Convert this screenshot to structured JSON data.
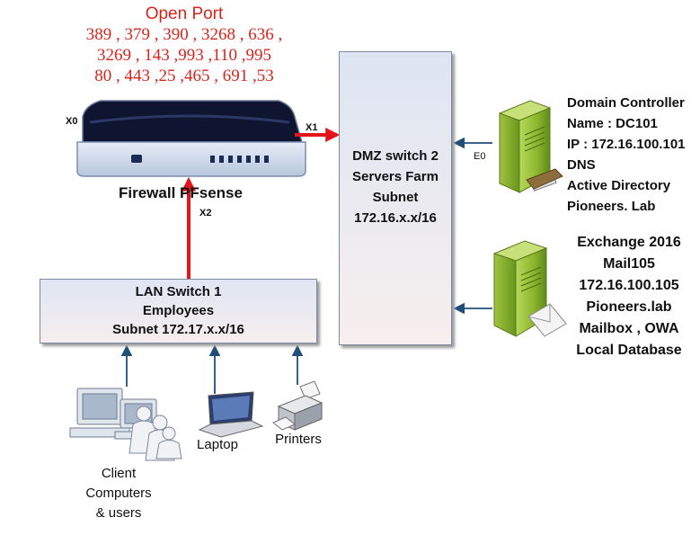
{
  "open_ports": {
    "title": "Open Port",
    "line1": "389 , 379 , 390 , 3268 , 636 ,",
    "line2": "3269 , 143 ,993 ,110 ,995",
    "line3": "80 , 443 ,25 ,465 , 691 ,53"
  },
  "firewall": {
    "label": "Firewall PFsense",
    "x0": "X0",
    "x1": "X1",
    "x2": "X2"
  },
  "lan_switch": {
    "line1": "LAN  Switch 1",
    "line2": "Employees",
    "line3": "Subnet 172.17.x.x/16"
  },
  "dmz_switch": {
    "line1": "DMZ  switch  2",
    "line2": "Servers Farm",
    "line3": "Subnet",
    "line4": "172.16.x.x/16"
  },
  "e0_label": "E0",
  "domain_controller": {
    "line1": "Domain Controller",
    "line2": "Name : DC101",
    "line3": "IP : 172.16.100.101",
    "line4": "DNS",
    "line5": "Active Directory",
    "line6": "Pioneers. Lab"
  },
  "exchange": {
    "line1": "Exchange 2016",
    "line2": "Mail105",
    "line3": "172.16.100.105",
    "line4": "Pioneers.lab",
    "line5": "Mailbox , OWA",
    "line6": "Local Database"
  },
  "clients": {
    "line1": "Client",
    "line2": "Computers",
    "line3": "& users"
  },
  "laptop_label": "Laptop",
  "printers_label": "Printers",
  "colors": {
    "red_arrow": "#e3151a",
    "blue_arrow": "#1f4e79",
    "port_text": "#d9241c",
    "server_green": "#8db832"
  }
}
